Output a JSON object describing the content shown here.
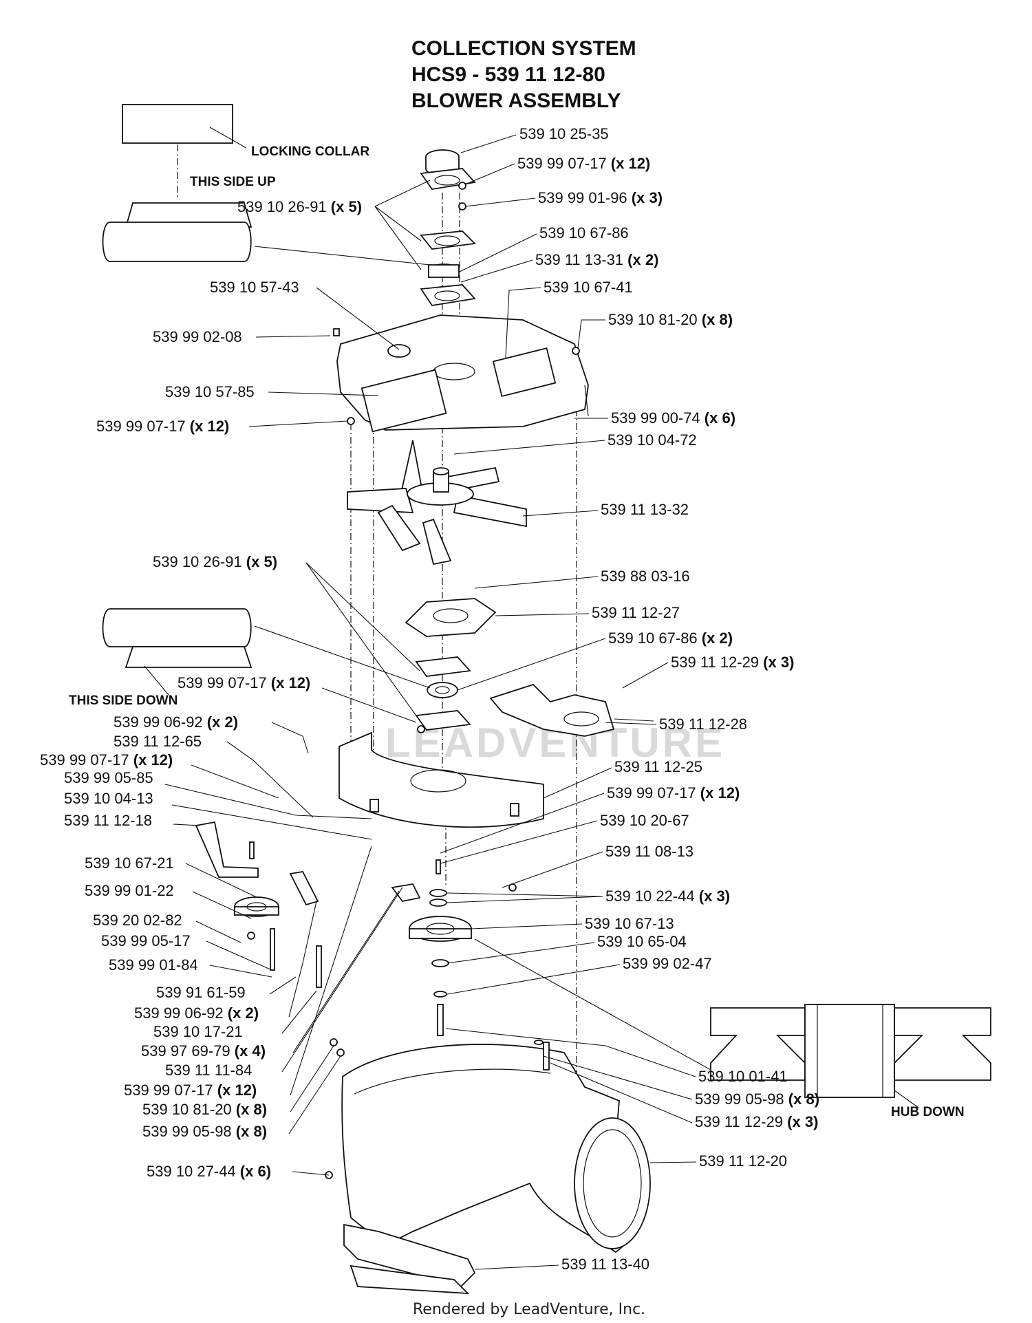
{
  "title": {
    "line1": "COLLECTION SYSTEM",
    "line2": "HCS9 - 539 11 12-80",
    "line3": "BLOWER ASSEMBLY"
  },
  "notes": {
    "locking_collar": "LOCKING COLLAR",
    "this_side_up": "THIS SIDE UP",
    "this_side_down": "THIS SIDE DOWN",
    "hub_down": "HUB DOWN"
  },
  "watermark": "LEADVENTURE",
  "footer": "Rendered by LeadVenture, Inc.",
  "callouts": [
    {
      "part": "539 10 25-35",
      "qty": ""
    },
    {
      "part": "539 99 07-17",
      "qty": "(x 12)"
    },
    {
      "part": "539 99 01-96",
      "qty": "(x 3)"
    },
    {
      "part": "539 10 26-91",
      "qty": "(x 5)"
    },
    {
      "part": "539 10 67-86",
      "qty": ""
    },
    {
      "part": "539 11 13-31",
      "qty": "(x 2)"
    },
    {
      "part": "539 10 57-43",
      "qty": ""
    },
    {
      "part": "539 10 67-41",
      "qty": ""
    },
    {
      "part": "539 10 81-20",
      "qty": "(x 8)"
    },
    {
      "part": "539 99 02-08",
      "qty": ""
    },
    {
      "part": "539 10 57-85",
      "qty": ""
    },
    {
      "part": "539 99 00-74",
      "qty": "(x 6)"
    },
    {
      "part": "539 99 07-17",
      "qty": "(x 12)"
    },
    {
      "part": "539 10 04-72",
      "qty": ""
    },
    {
      "part": "539 11 13-32",
      "qty": ""
    },
    {
      "part": "539 88 03-16",
      "qty": ""
    },
    {
      "part": "539 10 26-91",
      "qty": "(x 5)"
    },
    {
      "part": "539 11 12-27",
      "qty": ""
    },
    {
      "part": "539 10 67-86",
      "qty": "(x 2)"
    },
    {
      "part": "539 11 12-29",
      "qty": "(x 3)"
    },
    {
      "part": "539 99 07-17",
      "qty": "(x 12)"
    },
    {
      "part": "539 11 12-28",
      "qty": ""
    },
    {
      "part": "539 99 06-92",
      "qty": "(x 2)"
    },
    {
      "part": "539 11 12-65",
      "qty": ""
    },
    {
      "part": "539 99 07-17",
      "qty": "(x 12)"
    },
    {
      "part": "539 99 05-85",
      "qty": ""
    },
    {
      "part": "539 11 12-25",
      "qty": ""
    },
    {
      "part": "539 99 07-17",
      "qty": "(x 12)"
    },
    {
      "part": "539 10 04-13",
      "qty": ""
    },
    {
      "part": "539 10 20-67",
      "qty": ""
    },
    {
      "part": "539 11 12-18",
      "qty": ""
    },
    {
      "part": "539 11 08-13",
      "qty": ""
    },
    {
      "part": "539 10 67-21",
      "qty": ""
    },
    {
      "part": "539 10 22-44",
      "qty": "(x 3)"
    },
    {
      "part": "539 99 01-22",
      "qty": ""
    },
    {
      "part": "539 10 67-13",
      "qty": ""
    },
    {
      "part": "539 20 02-82",
      "qty": ""
    },
    {
      "part": "539 10 65-04",
      "qty": ""
    },
    {
      "part": "539 99 05-17",
      "qty": ""
    },
    {
      "part": "539 99 02-47",
      "qty": ""
    },
    {
      "part": "539 99 01-84",
      "qty": ""
    },
    {
      "part": "539 91 61-59",
      "qty": ""
    },
    {
      "part": "539 99 06-92",
      "qty": "(x 2)"
    },
    {
      "part": "539 10 17-21",
      "qty": ""
    },
    {
      "part": "539 97 69-79",
      "qty": "(x 4)"
    },
    {
      "part": "539 11 11-84",
      "qty": ""
    },
    {
      "part": "539 10 01-41",
      "qty": ""
    },
    {
      "part": "539 99 07-17",
      "qty": "(x 12)"
    },
    {
      "part": "539 99 05-98",
      "qty": "(x 8)"
    },
    {
      "part": "539 10 81-20",
      "qty": "(x 8)"
    },
    {
      "part": "539 11 12-29",
      "qty": "(x 3)"
    },
    {
      "part": "539 99 05-98",
      "qty": "(x 8)"
    },
    {
      "part": "539 10 27-44",
      "qty": "(x 6)"
    },
    {
      "part": "539 11 12-20",
      "qty": ""
    },
    {
      "part": "539 11 13-40",
      "qty": ""
    }
  ]
}
